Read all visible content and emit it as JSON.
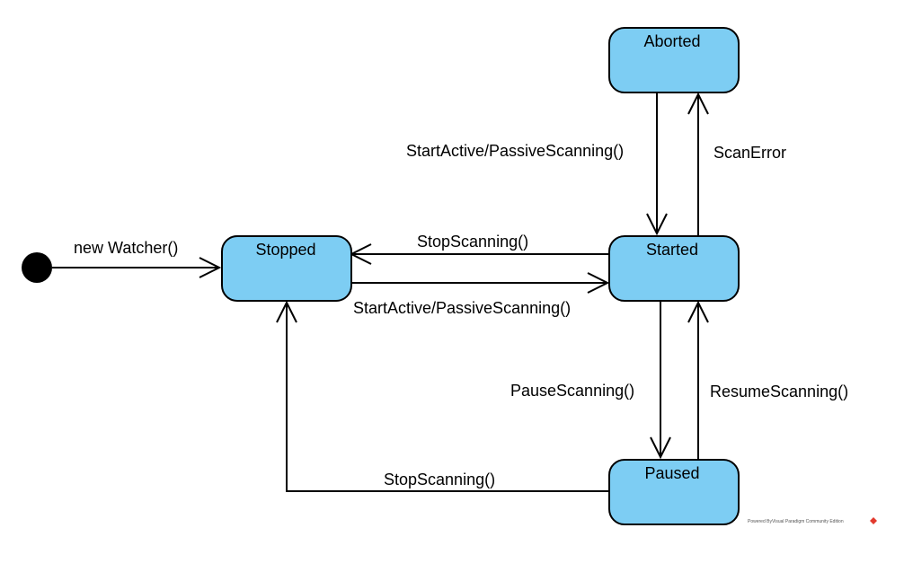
{
  "colors": {
    "state_fill": "#7dcdf3",
    "line": "#000000",
    "initial_dot": "#000000",
    "logo": "#e23a2e"
  },
  "states": {
    "aborted": "Aborted",
    "stopped": "Stopped",
    "started": "Started",
    "paused": "Paused"
  },
  "transitions": {
    "initial_to_stopped": "new Watcher()",
    "started_to_stopped": "StopScanning()",
    "stopped_to_started": "StartActive/PassiveScanning()",
    "aborted_to_started": "StartActive/PassiveScanning()",
    "started_to_aborted": "ScanError",
    "started_to_paused": "PauseScanning()",
    "paused_to_started": "ResumeScanning()",
    "paused_to_stopped": "StopScanning()"
  },
  "watermark": {
    "text": "Powered ByVisual Paradigm Community Edition",
    "logo_icon": "visual-paradigm-logo-icon"
  }
}
